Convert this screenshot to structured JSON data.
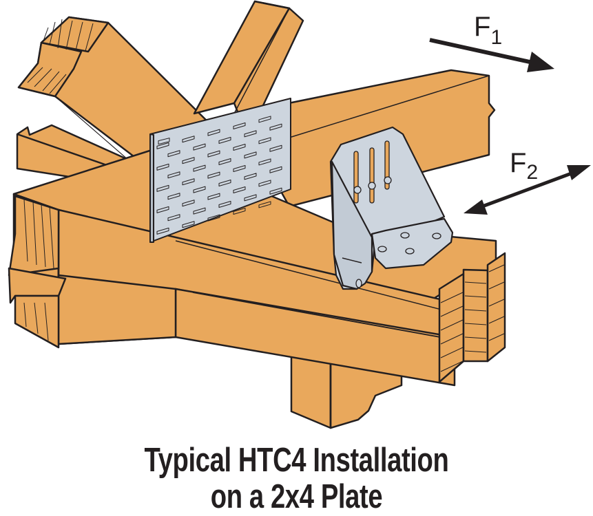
{
  "caption": {
    "line1": "Typical HTC4 Installation",
    "line2": "on a 2x4 Plate"
  },
  "forces": [
    {
      "label": "F",
      "subscript": "1",
      "direction": "one-way arrow to lower-right"
    },
    {
      "label": "F",
      "subscript": "2",
      "direction": "two-way arrow"
    }
  ],
  "colors": {
    "wood": "#E9A85C",
    "steel": "#CDD5DE",
    "outline": "#231F20",
    "background": "#FFFFFF"
  },
  "components": {
    "truss_plate": "perforated nail plate on truss joint",
    "connector": "HTC4 angle connector",
    "top_plate": "double 2x4 plate",
    "stud": "vertical 2x4 stud"
  }
}
